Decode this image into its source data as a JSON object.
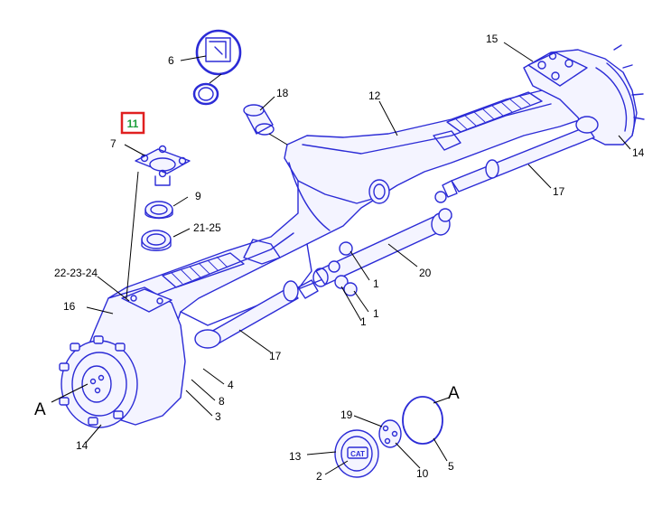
{
  "diagram": {
    "highlight": {
      "label": "11",
      "color": "#e02020",
      "text_color": "#1a9e3a"
    },
    "line_color": "#2b2bd6",
    "labels": {
      "l6": "6",
      "l18": "18",
      "l12": "12",
      "l15": "15",
      "l14r": "14",
      "l7": "7",
      "l9": "9",
      "l21_25": "21-25",
      "l17r": "17",
      "l20": "20",
      "l22_23_24": "22-23-24",
      "l1a": "1",
      "l1b": "1",
      "l1c": "1",
      "l16": "16",
      "l17l": "17",
      "l4": "4",
      "l8": "8",
      "l3": "3",
      "lA_left": "A",
      "l14l": "14",
      "l19": "19",
      "l13": "13",
      "l2": "2",
      "l10": "10",
      "lA_right": "A",
      "l5": "5"
    },
    "cap_logo": "CAT"
  }
}
